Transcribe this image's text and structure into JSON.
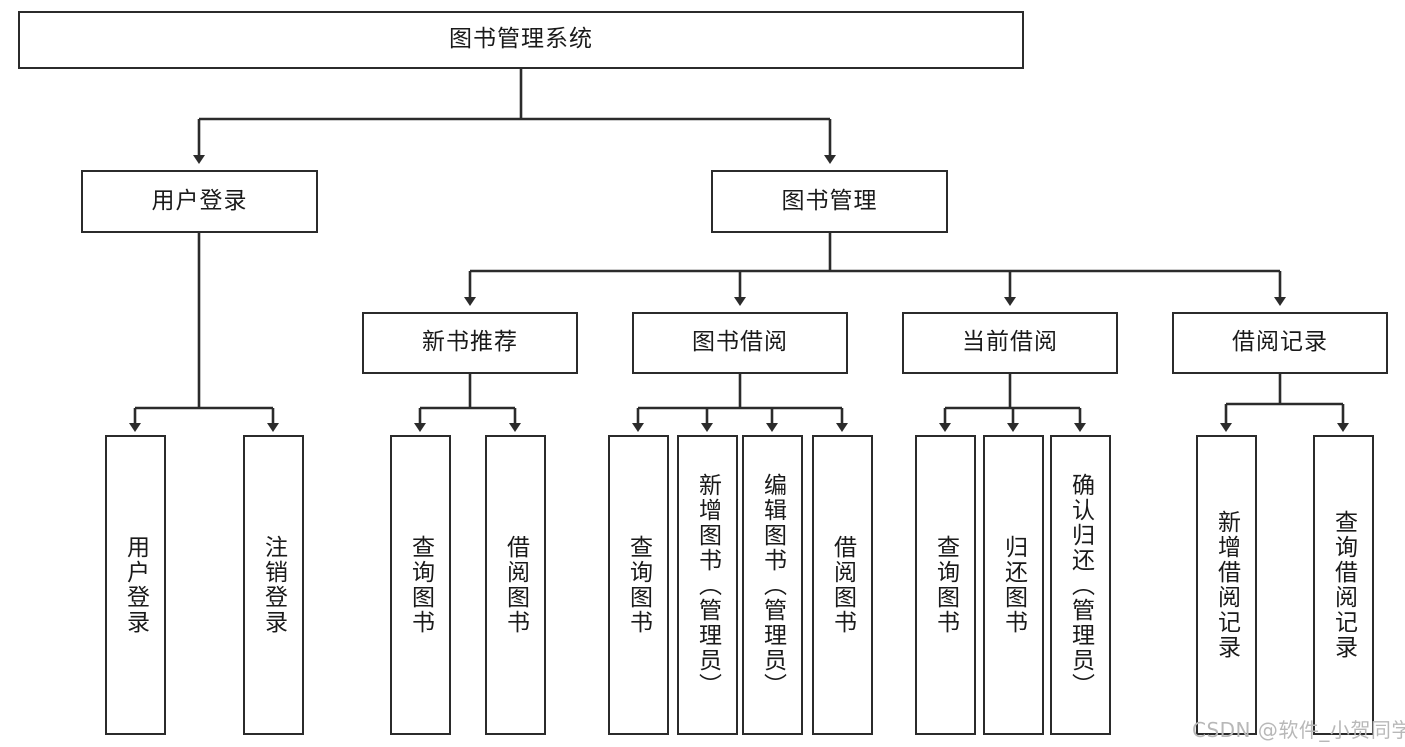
{
  "diagram": {
    "title": "图书管理系统",
    "type": "tree-structure-chart",
    "accent_color": "#2b2b2b",
    "background_color": "#ffffff",
    "watermark": "CSDN @软件_小贺同学",
    "nodes": {
      "root": {
        "label": "图书管理系统"
      },
      "level2": [
        {
          "label": "用户登录"
        },
        {
          "label": "图书管理"
        }
      ],
      "level3": [
        {
          "label": "新书推荐"
        },
        {
          "label": "图书借阅"
        },
        {
          "label": "当前借阅"
        },
        {
          "label": "借阅记录"
        }
      ],
      "leaves_user_login": [
        {
          "label": "用户登录"
        },
        {
          "label": "注销登录"
        }
      ],
      "leaves_new_book": [
        {
          "label": "查询图书"
        },
        {
          "label": "借阅图书"
        }
      ],
      "leaves_borrow": [
        {
          "label": "查询图书"
        },
        {
          "label": "新增图书（管理员）"
        },
        {
          "label": "编辑图书（管理员）"
        },
        {
          "label": "借阅图书"
        }
      ],
      "leaves_current": [
        {
          "label": "查询图书"
        },
        {
          "label": "归还图书"
        },
        {
          "label": "确认归还（管理员）"
        }
      ],
      "leaves_record": [
        {
          "label": "新增借阅记录"
        },
        {
          "label": "查询借阅记录"
        }
      ]
    }
  }
}
